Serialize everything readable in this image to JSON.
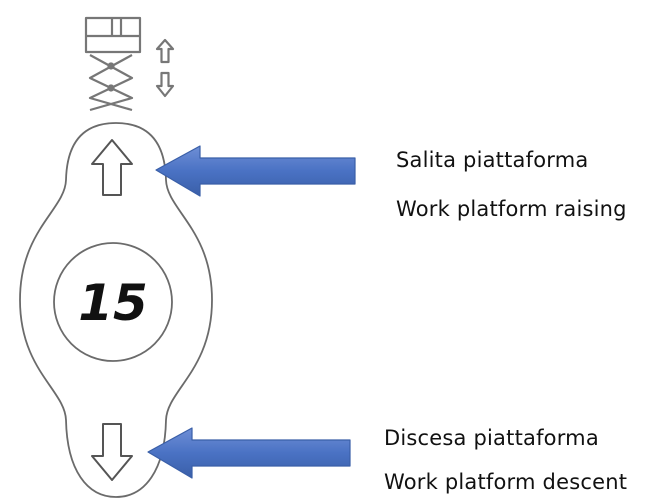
{
  "control": {
    "button_number": "15",
    "icon": "scissor-lift-icon"
  },
  "callouts": {
    "raise": {
      "label_it": "Salita piattaforma",
      "label_en": "Work platform raising"
    },
    "descend": {
      "label_it": "Discesa piattaforma",
      "label_en": "Work platform descent"
    }
  },
  "colors": {
    "callout_arrow": "#4a72c4",
    "callout_arrow_edge": "#3a5fa8",
    "outline": "#6b6b6b"
  }
}
